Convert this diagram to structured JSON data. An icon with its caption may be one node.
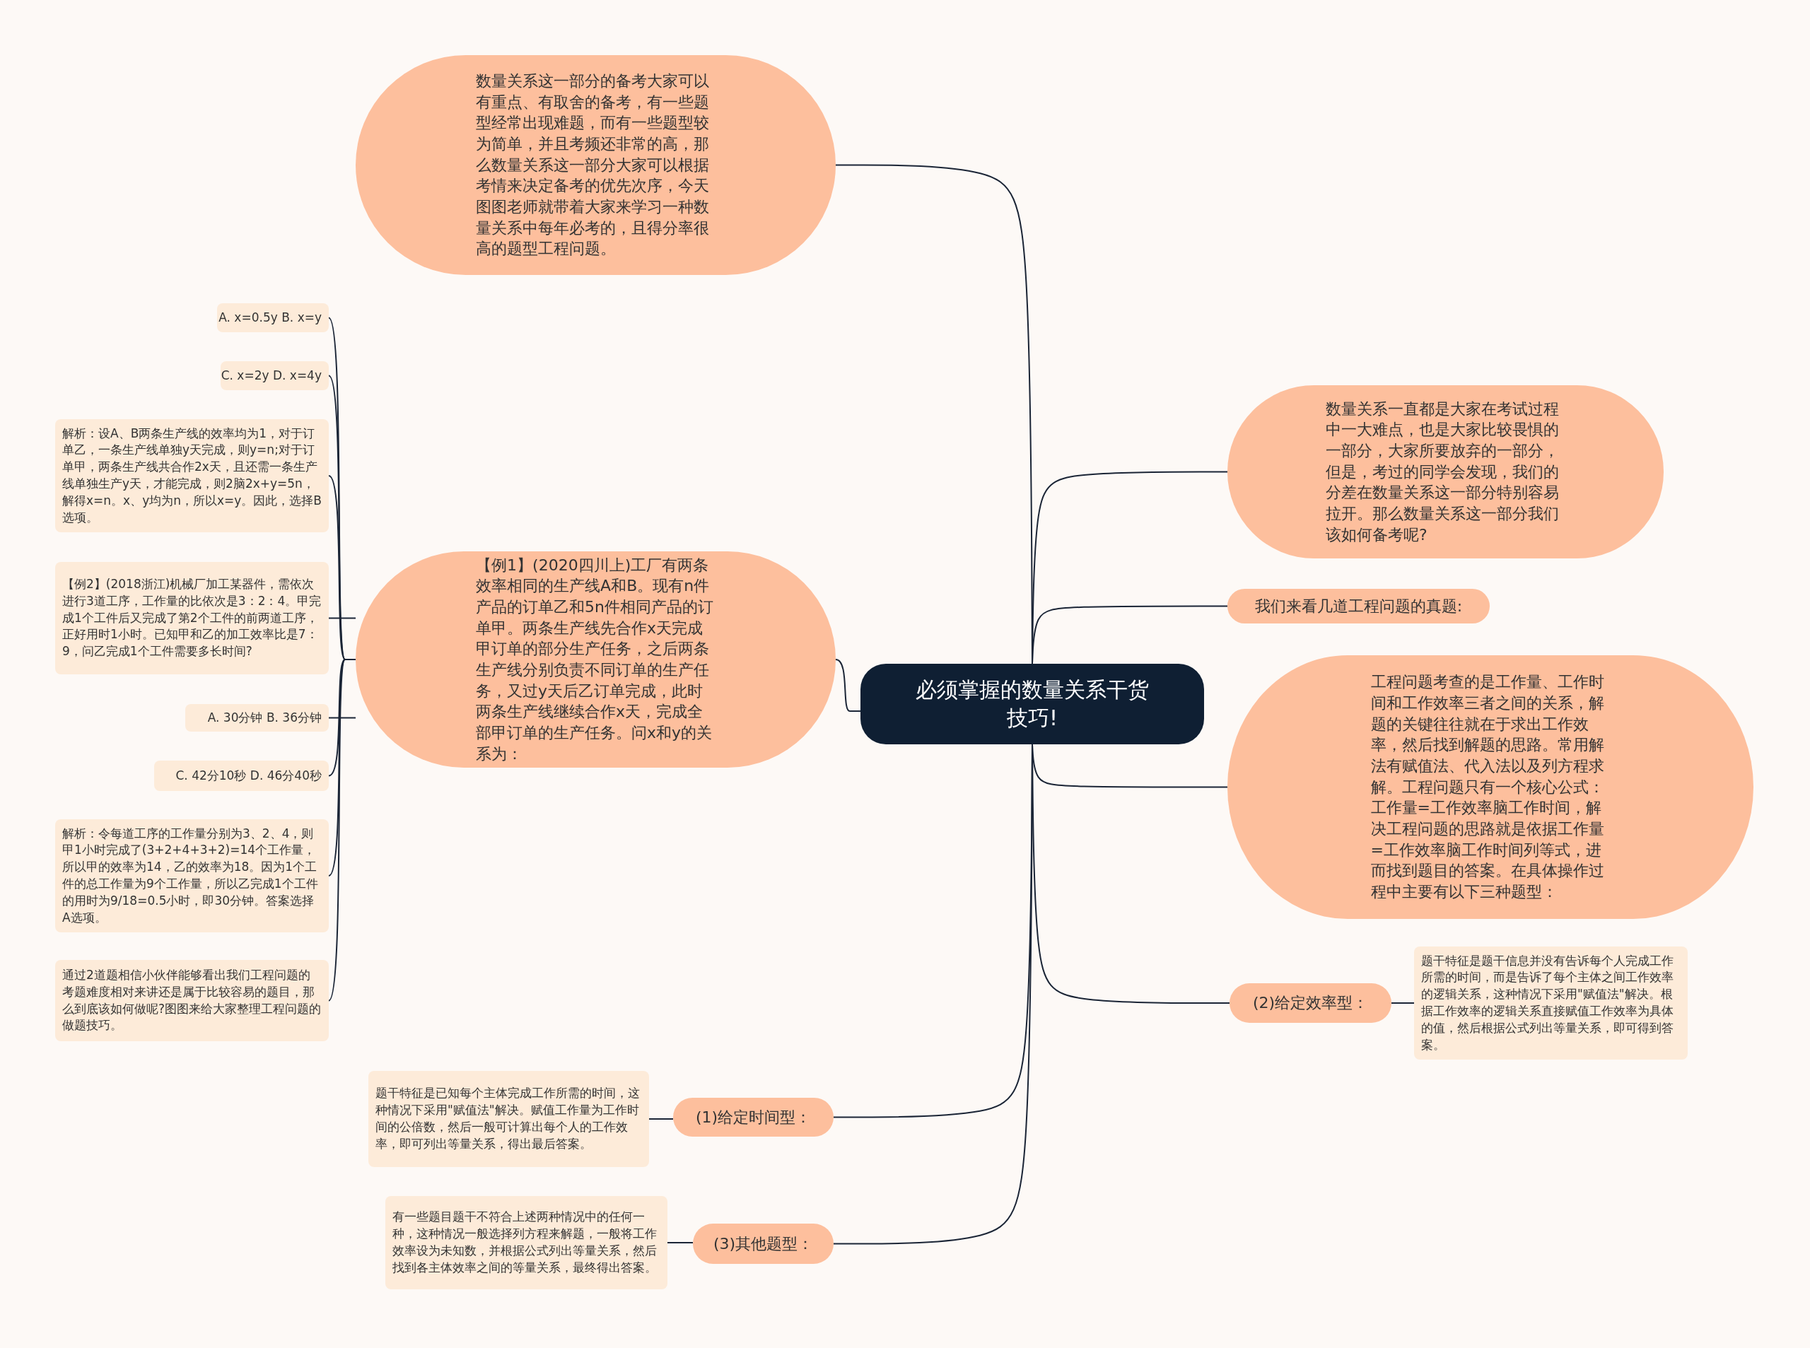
{
  "diagram": {
    "nodes": [
      {
        "text": [
          "必须掌握的数量关系干货技巧!"
        ]
      },
      {
        "text": [
          "数量关系这一部分的备考大家可以有重点、有取舍的备考，有一些题型经常出现难题，而有一些题型较为简单，并且考频还非常的高，那么数量关系这一部分大家可以根据考情来决定备考的优先次序，今天图图老师就带着大家来学习一种数量关系中每年必考的，且得分率很高的题型工程问题。"
        ]
      },
      {
        "text": [
          "【例1】(2020四川上)工厂有两条效率相同的生产线A和B。现有n件产品的订单乙和5n件相同产品的订单甲。两条生产线先合作x天完成甲订单的部分生产任务，之后两条生产线分别负责不同订单的生产任务，又过y天后乙订单完成，此时两条生产线继续合作x天，完成全部甲订单的生产任务。问x和y的关系为："
        ]
      },
      {
        "text": [
          "A. x=0.5y B. x=y"
        ]
      },
      {
        "text": [
          "C. x=2y D. x=4y"
        ]
      },
      {
        "text": [
          "解析：设A、B两条生产线的效率均为1，对于订单乙，一条生产线单独y天完成，则y=n;对于订单甲，两条生产线共合作2x天，且还需一条生产线单独生产y天，才能完成，则2脑2x+y=5n，解得x=n。x、y均为n，所以x=y。因此，选择B选项。"
        ]
      },
      {
        "text": [
          "【例2】(2018浙江)机械厂加工某器件，需依次进行3道工序，工作量的比依次是3：2：4。甲完成1个工件后又完成了第2个工件的前两道工序，正好用时1小时。已知甲和乙的加工效率比是7：9，问乙完成1个工件需要多长时间?"
        ]
      },
      {
        "text": [
          "A. 30分钟 B. 36分钟"
        ]
      },
      {
        "text": [
          "C. 42分10秒 D. 46分40秒"
        ]
      },
      {
        "text": [
          "解析：令每道工序的工作量分别为3、2、4，则甲1小时完成了(3+2+4+3+2)=14个工作量，所以甲的效率为14，乙的效率为18。因为1个工件的总工作量为9个工作量，所以乙完成1个工件的用时为9/18=0.5小时，即30分钟。答案选择A选项。"
        ]
      },
      {
        "text": [
          "通过2道题相信小伙伴能够看出我们工程问题的考题难度相对来讲还是属于比较容易的题目，那么到底该如何做呢?图图来给大家整理工程问题的做题技巧。"
        ]
      },
      {
        "text": [
          "数量关系一直都是大家在考试过程中一大难点，也是大家比较畏惧的一部分，大家所要放弃的一部分，但是，考过的同学会发现，我们的分差在数量关系这一部分特别容易拉开。那么数量关系这一部分我们该如何备考呢?"
        ]
      },
      {
        "text": [
          "我们来看几道工程问题的真题:"
        ]
      },
      {
        "text": [
          "工程问题考查的是工作量、工作时间和工作效率三者之间的关系，解题的关键往往就在于求出工作效率，然后找到解题的思路。常用解法有赋值法、代入法以及列方程求解。工程问题只有一个核心公式：工作量=工作效率脑工作时间，解决工程问题的思路就是依据工作量=工作效率脑工作时间列等式，进而找到题目的答案。在具体操作过程中主要有以下三种题型："
        ]
      },
      {
        "text": [
          "(2)给定效率型："
        ]
      },
      {
        "text": [
          "题干特征是题干信息并没有告诉每个人完成工作所需的时间，而是告诉了每个主体之间工作效率的逻辑关系，这种情况下采用\"赋值法\"解决。根据工作效率的逻辑关系直接赋值工作效率为具体的值，然后根据公式列出等量关系，即可得到答案。"
        ]
      },
      {
        "text": [
          "(1)给定时间型："
        ]
      },
      {
        "text": [
          "题干特征是已知每个主体完成工作所需的时间，这种情况下采用\"赋值法\"解决。赋值工作量为工作时间的公倍数，然后一般可计算出每个人的工作效率，即可列出等量关系，得出最后答案。"
        ]
      },
      {
        "text": [
          "(3)其他题型："
        ]
      },
      {
        "text": [
          "有一些题目题干不符合上述两种情况中的任何一种，这种情况一般选择列方程来解题，一般将工作效率设为未知数，并根据公式列出等量关系，然后找到各主体效率之间的等量关系，最终得出答案。"
        ]
      }
    ],
    "edges": [
      {
        "from": 0,
        "to": 1,
        "arrow": "none"
      },
      {
        "from": 0,
        "to": 2,
        "arrow": "none"
      },
      {
        "from": 2,
        "to": 3,
        "arrow": "none"
      },
      {
        "from": 2,
        "to": 4,
        "arrow": "none"
      },
      {
        "from": 2,
        "to": 5,
        "arrow": "none"
      },
      {
        "from": 2,
        "to": 6,
        "arrow": "none"
      },
      {
        "from": 2,
        "to": 7,
        "arrow": "none"
      },
      {
        "from": 2,
        "to": 8,
        "arrow": "none"
      },
      {
        "from": 2,
        "to": 9,
        "arrow": "none"
      },
      {
        "from": 2,
        "to": 10,
        "arrow": "none"
      },
      {
        "from": 0,
        "to": 11,
        "arrow": "none"
      },
      {
        "from": 0,
        "to": 12,
        "arrow": "none"
      },
      {
        "from": 0,
        "to": 13,
        "arrow": "none"
      },
      {
        "from": 0,
        "to": 14,
        "arrow": "none"
      },
      {
        "from": 14,
        "to": 15,
        "arrow": "none"
      },
      {
        "from": 0,
        "to": 16,
        "arrow": "none"
      },
      {
        "from": 16,
        "to": 17,
        "arrow": "none"
      },
      {
        "from": 0,
        "to": 18,
        "arrow": "none"
      },
      {
        "from": 18,
        "to": 19,
        "arrow": "none"
      }
    ]
  }
}
